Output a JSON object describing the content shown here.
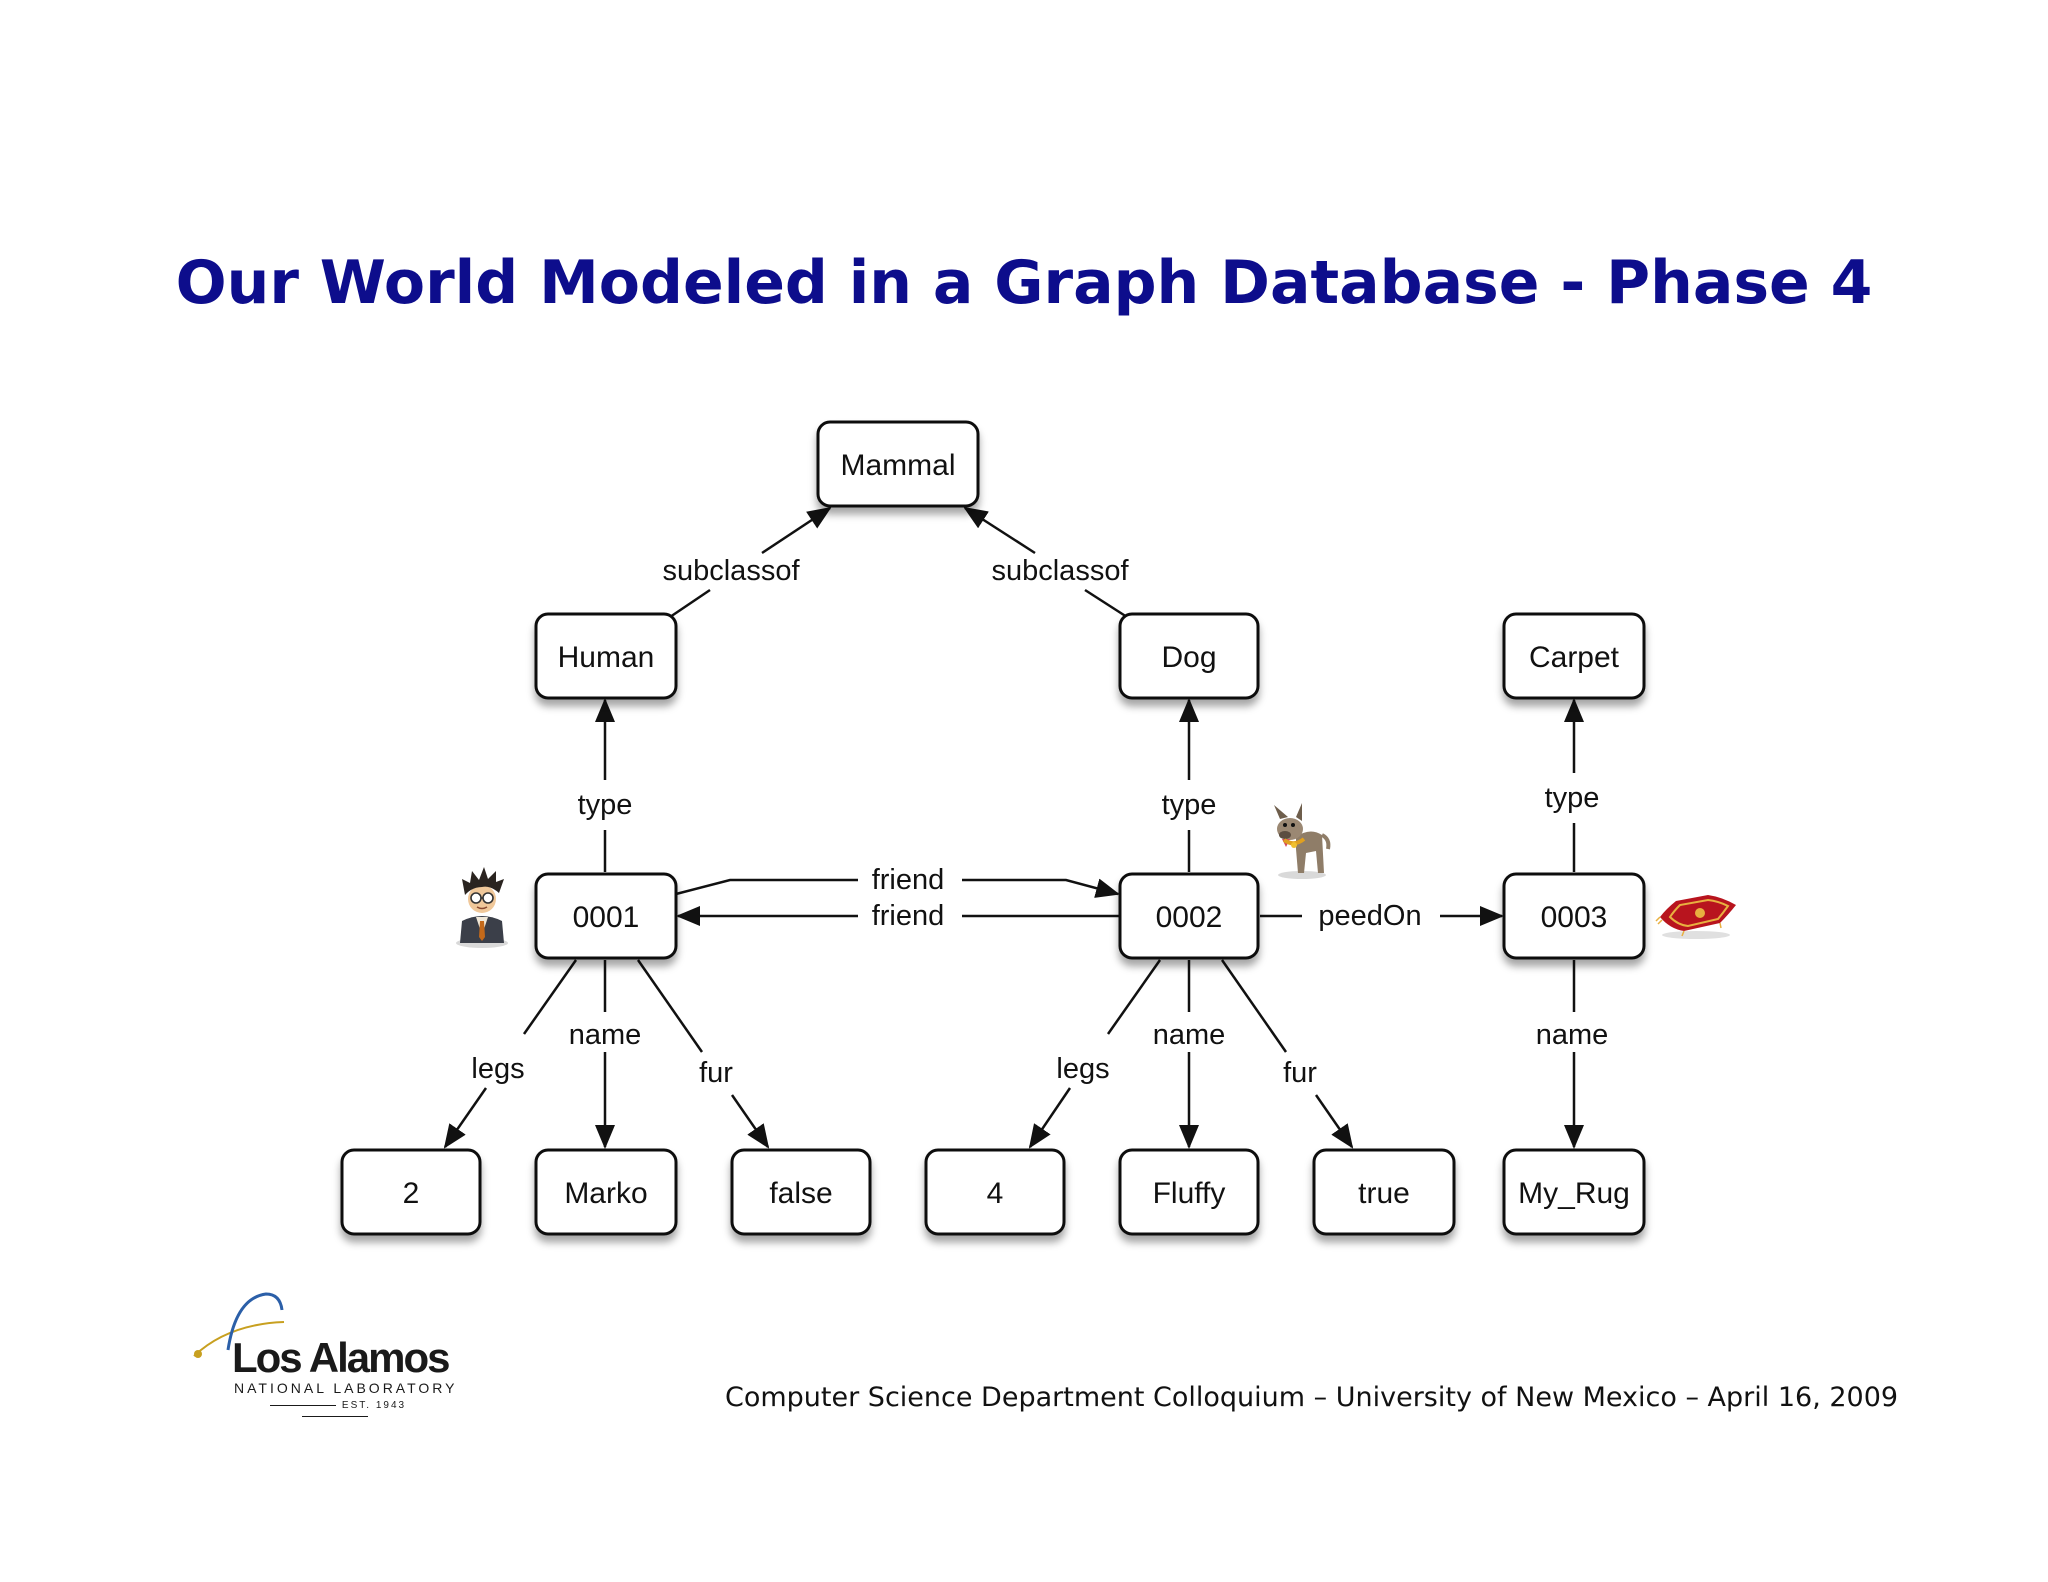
{
  "title": "Our World Modeled in a Graph Database - Phase 4",
  "nodes": {
    "mammal": "Mammal",
    "human": "Human",
    "dog": "Dog",
    "carpet": "Carpet",
    "n0001": "0001",
    "n0002": "0002",
    "n0003": "0003",
    "v2": "2",
    "marko": "Marko",
    "false": "false",
    "v4": "4",
    "fluffy": "Fluffy",
    "true": "true",
    "my_rug": "My_Rug"
  },
  "edges": {
    "subclassof_human": "subclassof",
    "subclassof_dog": "subclassof",
    "type_human": "type",
    "type_dog": "type",
    "type_carpet": "type",
    "friend_forward": "friend",
    "friend_back": "friend",
    "peedOn": "peedOn",
    "legs_0001": "legs",
    "name_0001": "name",
    "fur_0001": "fur",
    "legs_0002": "legs",
    "name_0002": "name",
    "fur_0002": "fur",
    "name_0003": "name"
  },
  "icons": {
    "person": "person-icon",
    "dog": "dog-icon",
    "rug": "rug-icon"
  },
  "footer": "Computer Science Department Colloquium – University of New Mexico – April 16, 2009",
  "logo": {
    "name": "Los Alamos",
    "subtitle": "NATIONAL LABORATORY",
    "est": "EST. 1943"
  },
  "colors": {
    "title": "#0d0d8c",
    "logo_blue": "#2b5fa8",
    "logo_gold": "#c8a020"
  }
}
